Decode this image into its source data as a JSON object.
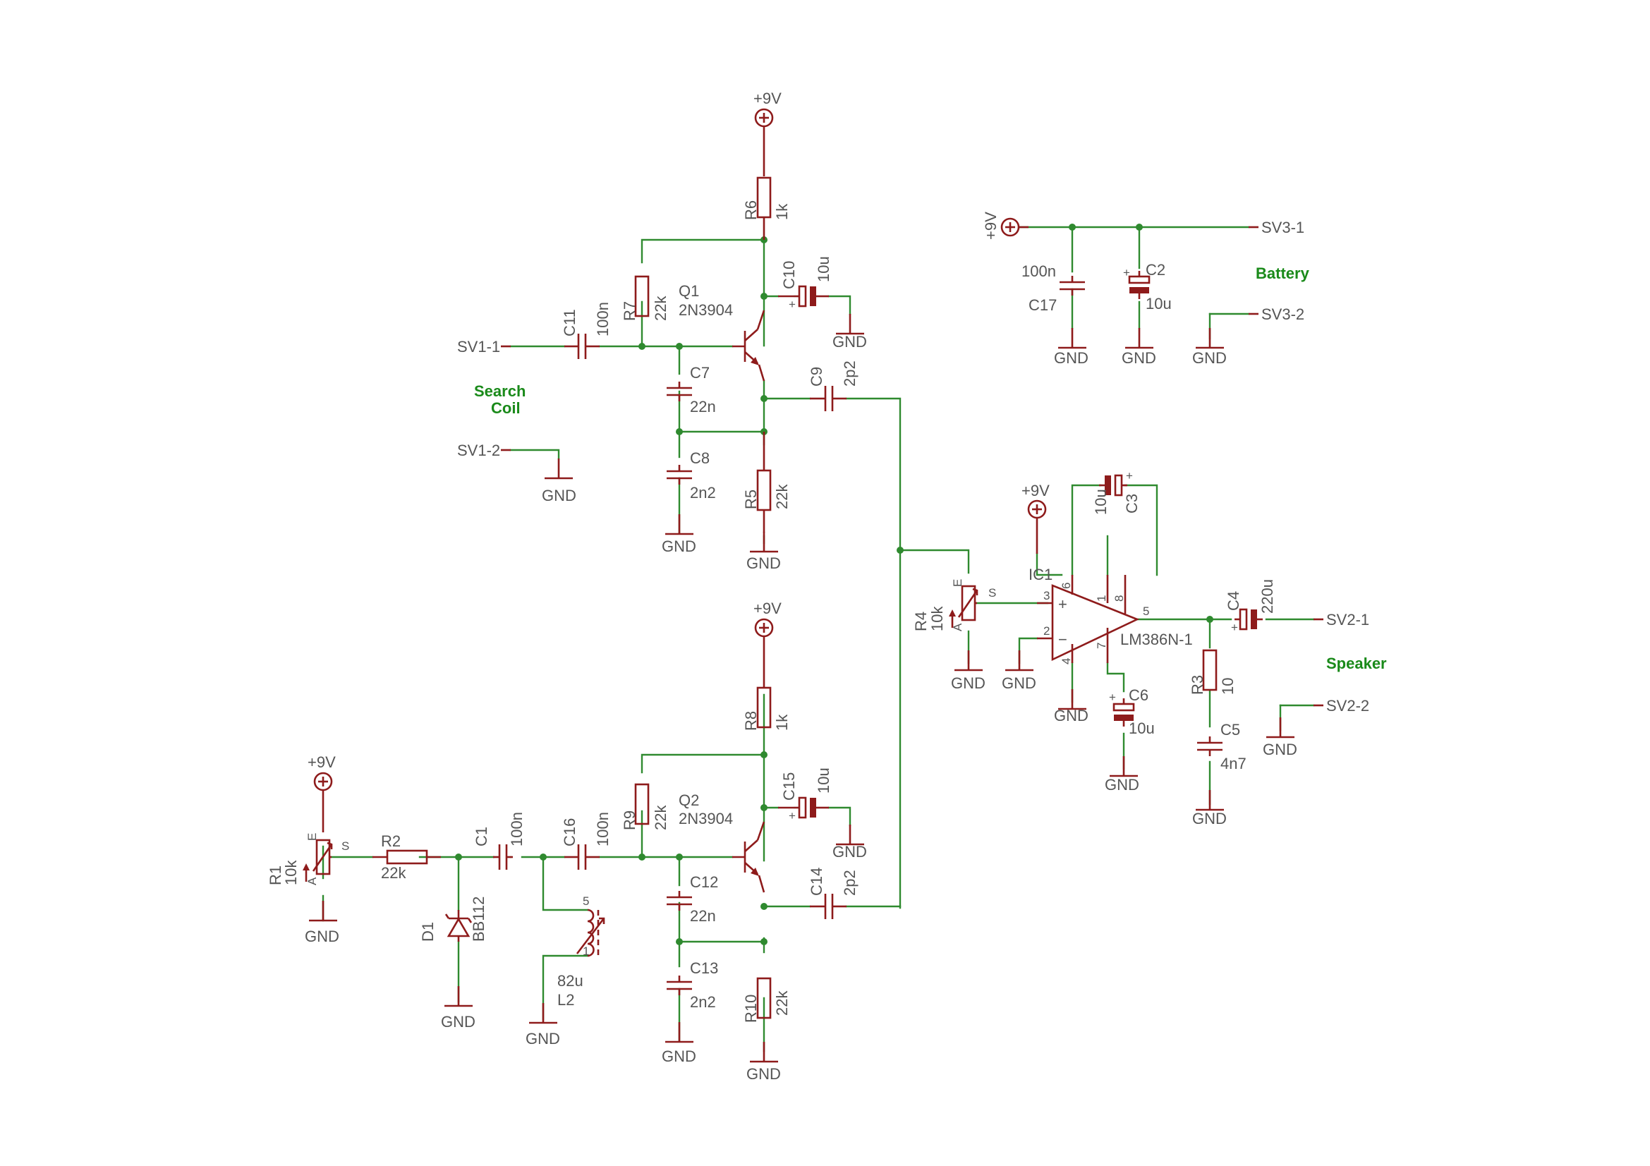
{
  "nets": {
    "vcc": "+9V",
    "gnd": "GND"
  },
  "labels": {
    "search_coil": [
      "Search",
      "Coil"
    ],
    "battery": "Battery",
    "speaker": "Speaker"
  },
  "connectors": {
    "sv1_1": "SV1-1",
    "sv1_2": "SV1-2",
    "sv2_1": "SV2-1",
    "sv2_2": "SV2-2",
    "sv3_1": "SV3-1",
    "sv3_2": "SV3-2"
  },
  "components": {
    "R1": {
      "name": "R1",
      "value": "10k"
    },
    "R2": {
      "name": "R2",
      "value": "22k"
    },
    "R3": {
      "name": "R3",
      "value": "10"
    },
    "R4": {
      "name": "R4",
      "value": "10k"
    },
    "R5": {
      "name": "R5",
      "value": "22k"
    },
    "R6": {
      "name": "R6",
      "value": "1k"
    },
    "R7": {
      "name": "R7",
      "value": "22k"
    },
    "R8": {
      "name": "R8",
      "value": "1k"
    },
    "R9": {
      "name": "R9",
      "value": "22k"
    },
    "R10": {
      "name": "R10",
      "value": "22k"
    },
    "C1": {
      "name": "C1",
      "value": "100n"
    },
    "C2": {
      "name": "C2",
      "value": "10u"
    },
    "C3": {
      "name": "C3",
      "value": "10u"
    },
    "C4": {
      "name": "C4",
      "value": "220u"
    },
    "C5": {
      "name": "C5",
      "value": "4n7"
    },
    "C6": {
      "name": "C6",
      "value": "10u"
    },
    "C7": {
      "name": "C7",
      "value": "22n"
    },
    "C8": {
      "name": "C8",
      "value": "2n2"
    },
    "C9": {
      "name": "C9",
      "value": "2p2"
    },
    "C10": {
      "name": "C10",
      "value": "10u"
    },
    "C11": {
      "name": "C11",
      "value": "100n"
    },
    "C12": {
      "name": "C12",
      "value": "22n"
    },
    "C13": {
      "name": "C13",
      "value": "2n2"
    },
    "C14": {
      "name": "C14",
      "value": "2p2"
    },
    "C15": {
      "name": "C15",
      "value": "10u"
    },
    "C16": {
      "name": "C16",
      "value": "100n"
    },
    "C17": {
      "name": "C17",
      "value": "100n"
    },
    "Q1": {
      "name": "Q1",
      "value": "2N3904"
    },
    "Q2": {
      "name": "Q2",
      "value": "2N3904"
    },
    "D1": {
      "name": "D1",
      "value": "BB112"
    },
    "L2": {
      "name": "L2",
      "value": "82u"
    },
    "IC1": {
      "name": "IC1",
      "value": "LM386N-1"
    }
  },
  "pins": {
    "pot_a": "A",
    "pot_e": "E",
    "pot_s": "S",
    "ic_in_plus": "3",
    "ic_in_minus": "2",
    "ic_out": "5",
    "ic_vs": "6",
    "ic_gnd": "4",
    "ic_g1": "1",
    "ic_g8": "8",
    "ic_byp": "7",
    "coil_top": "5",
    "coil_bot": "1",
    "op_plus": "+",
    "op_minus": "−",
    "cap_plus": "+"
  }
}
